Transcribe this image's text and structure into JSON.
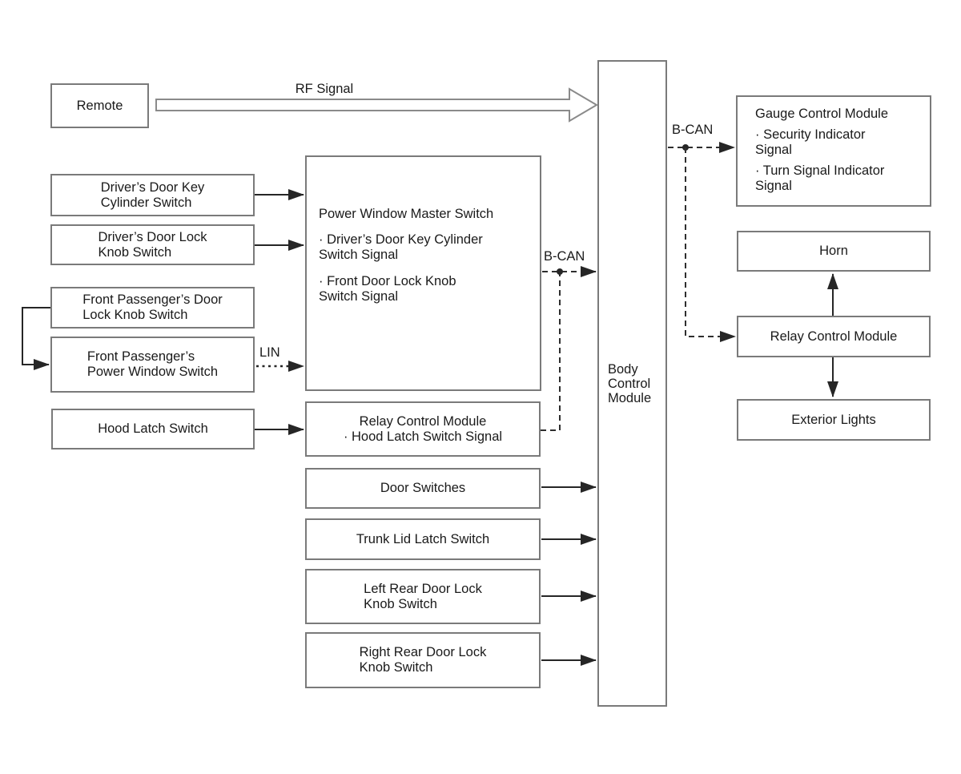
{
  "labels": {
    "rf_signal": "RF Signal",
    "b_can_left": "B-CAN",
    "b_can_right": "B-CAN",
    "lin": "LIN"
  },
  "boxes": {
    "remote": {
      "label": "Remote"
    },
    "driver_key": {
      "lines": [
        "Driver’s Door Key",
        "Cylinder Switch"
      ]
    },
    "driver_lock": {
      "lines": [
        "Driver’s Door Lock",
        "Knob Switch"
      ]
    },
    "fp_lock": {
      "lines": [
        "Front Passenger’s Door",
        "Lock Knob Switch"
      ]
    },
    "fp_window": {
      "lines": [
        "Front Passenger’s",
        "Power Window Switch"
      ]
    },
    "hood_latch": {
      "label": "Hood Latch Switch"
    },
    "pwms": {
      "title": "Power Window Master Switch",
      "bullets": [
        [
          "· Driver’s Door Key Cylinder",
          "Switch Signal"
        ],
        [
          "· Front Door Lock Knob",
          "Switch Signal"
        ]
      ]
    },
    "relay_mid": {
      "title": "Relay Control Module",
      "bullet": "· Hood Latch Switch Signal"
    },
    "door_switches": {
      "label": "Door Switches"
    },
    "trunk": {
      "label": "Trunk Lid Latch Switch"
    },
    "left_rear": {
      "lines": [
        "Left Rear Door Lock",
        "Knob Switch"
      ]
    },
    "right_rear": {
      "lines": [
        "Right Rear Door Lock",
        "Knob Switch"
      ]
    },
    "bcm": {
      "lines": [
        "Body",
        "Control",
        "Module"
      ]
    },
    "gauge": {
      "title": "Gauge Control Module",
      "bullets": [
        [
          "· Security Indicator",
          "Signal"
        ],
        [
          "· Turn Signal Indicator",
          "Signal"
        ]
      ]
    },
    "horn": {
      "label": "Horn"
    },
    "relay_right": {
      "label": "Relay Control Module"
    },
    "exterior": {
      "label": "Exterior Lights"
    }
  },
  "colors": {
    "box_border": "#7a7a7a",
    "connector": "#262626",
    "rf_arrow_outline": "#8a8a8a",
    "text": "#1a1a1a",
    "canvas": "#ffffff"
  }
}
